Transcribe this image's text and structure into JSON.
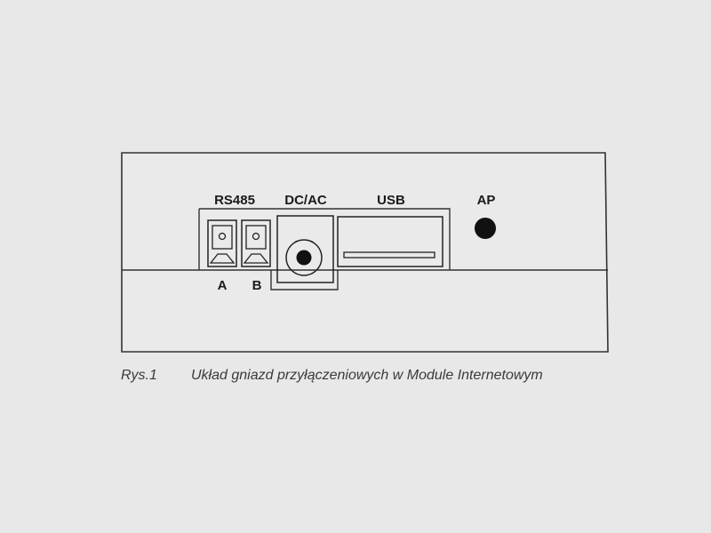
{
  "device": {
    "ports": {
      "rs485": "RS485",
      "dcac": "DC/AC",
      "usb": "USB",
      "ap": "AP"
    },
    "terminals": {
      "a": "A",
      "b": "B"
    }
  },
  "caption": {
    "number": "Rys.1",
    "text": "Układ gniazd przyłączeniowych w Module Internetowym"
  }
}
